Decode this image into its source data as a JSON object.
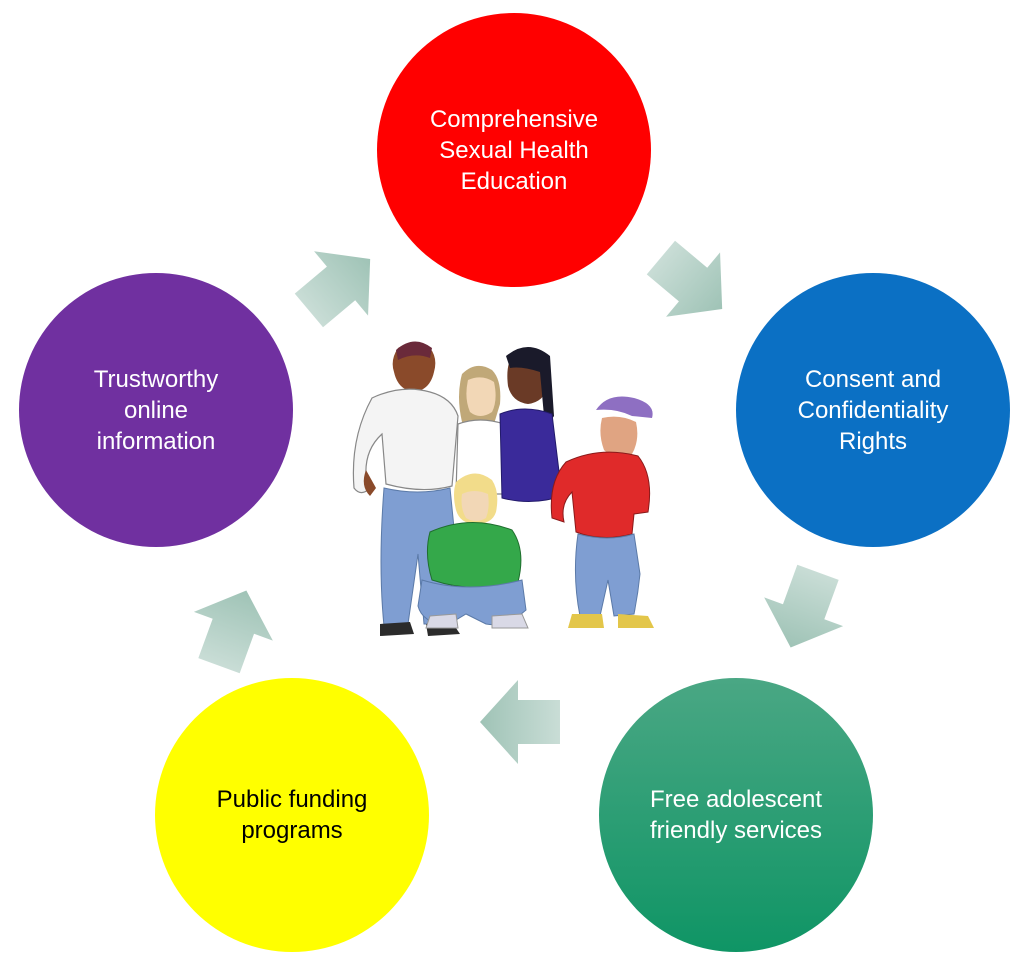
{
  "diagram": {
    "type": "cycle",
    "center_image": "group-of-five-teenagers-illustration",
    "nodes": [
      {
        "id": "education",
        "label": "Comprehensive\nSexual Health\nEducation",
        "color": "#ff0000",
        "text_color": "#ffffff"
      },
      {
        "id": "consent",
        "label": "Consent and\nConfidentiality\nRights",
        "color": "#0b70c4",
        "text_color": "#ffffff"
      },
      {
        "id": "services",
        "label": "Free adolescent\nfriendly services",
        "color": "#15996a",
        "color_top": "#4aa784",
        "text_color": "#ffffff"
      },
      {
        "id": "funding",
        "label": "Public funding\nprograms",
        "color": "#ffff00",
        "text_color": "#000000"
      },
      {
        "id": "online",
        "label": "Trustworthy\nonline\ninformation",
        "color": "#7030a0",
        "text_color": "#ffffff"
      }
    ],
    "arrows": [
      {
        "from": "online",
        "to": "education"
      },
      {
        "from": "education",
        "to": "consent"
      },
      {
        "from": "consent",
        "to": "services"
      },
      {
        "from": "services",
        "to": "funding"
      },
      {
        "from": "funding",
        "to": "online"
      }
    ],
    "arrow_color": "#a9c9bd",
    "arrow_color_light": "#c9ddd6"
  }
}
